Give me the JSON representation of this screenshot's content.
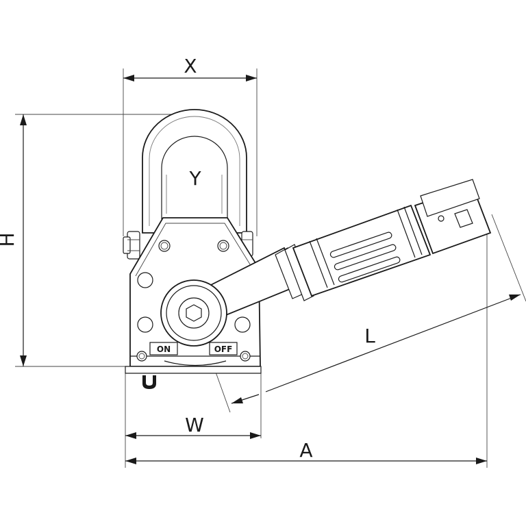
{
  "dimensions": {
    "x": "X",
    "y": "Y",
    "h": "H",
    "l": "L",
    "w": "W",
    "a": "A"
  },
  "switch_labels": {
    "on": "ON",
    "off": "OFF"
  },
  "magnet_symbol": "magnet-icon",
  "colors": {
    "line": "#1a1a1a",
    "background": "#ffffff"
  }
}
